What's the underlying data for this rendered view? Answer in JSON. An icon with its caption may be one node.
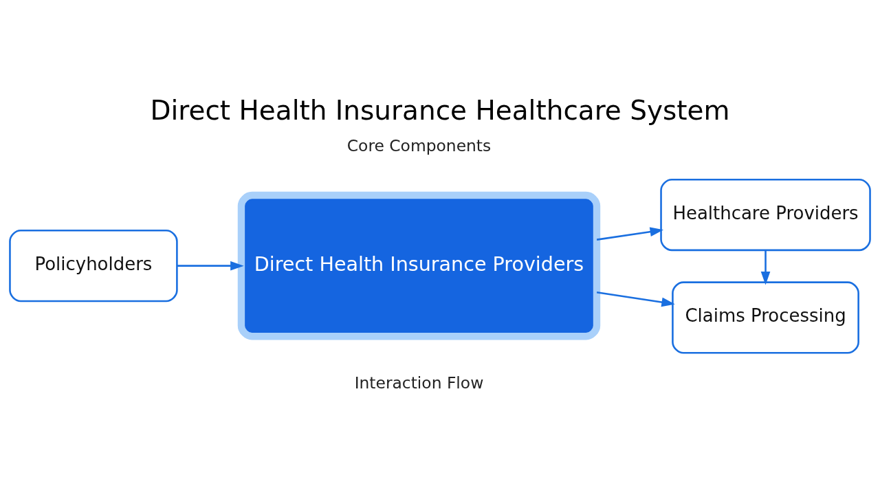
{
  "diagram": {
    "title": "Direct Health Insurance Healthcare System",
    "nodes": [
      {
        "text": [
          "Policyholders"
        ]
      },
      {
        "text": [
          "Direct Health Insurance Providers"
        ]
      },
      {
        "text": [
          "Healthcare Providers"
        ]
      },
      {
        "text": [
          "Claims Processing"
        ]
      }
    ],
    "edges": [
      {
        "from": 0,
        "to": 1,
        "arrow": "to"
      },
      {
        "from": 1,
        "to": 2,
        "arrow": "to"
      },
      {
        "from": 2,
        "to": 3,
        "arrow": "to"
      },
      {
        "from": 1,
        "to": 3,
        "arrow": "to"
      }
    ],
    "labels": [
      "Core Components",
      "Interaction Flow"
    ]
  }
}
